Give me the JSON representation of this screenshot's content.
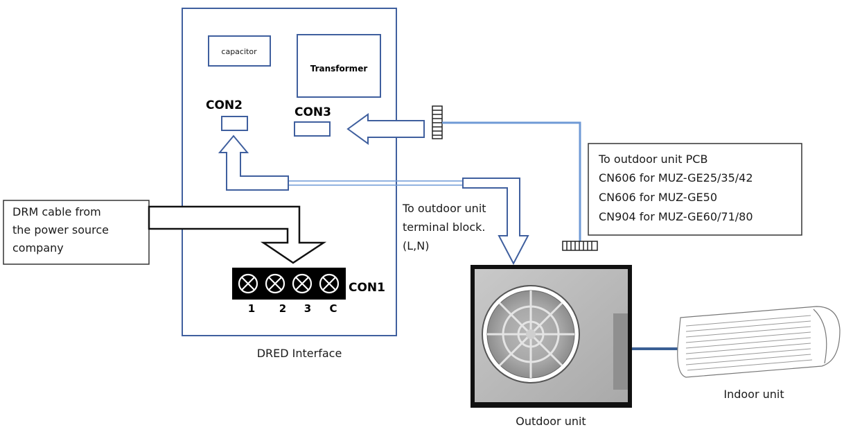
{
  "interface": {
    "capacitor": "capacitor",
    "transformer": "Transformer",
    "con2": "CON2",
    "con3": "CON3",
    "con1": "CON1",
    "terminals": [
      "1",
      "2",
      "3",
      "C"
    ],
    "caption": "DRED Interface"
  },
  "drm_note": {
    "lines": [
      "DRM cable from",
      "the power source",
      "company"
    ]
  },
  "pcb_note": {
    "lines": [
      "To outdoor  unit PCB",
      "CN606  for MUZ-GE25/35/42",
      "CN606 for MUZ-GE50",
      "CN904 for MUZ-GE60/71/80"
    ]
  },
  "terminal_block_note": {
    "lines": [
      "To outdoor unit",
      "terminal block.",
      "(L,N)"
    ]
  },
  "outdoor_unit": {
    "caption": "Outdoor unit"
  },
  "indoor_unit": {
    "caption": "Indoor unit"
  },
  "colors": {
    "wire": "#6f9ad6",
    "outline": "#3f5f9e",
    "text": "#1a1a1a"
  }
}
